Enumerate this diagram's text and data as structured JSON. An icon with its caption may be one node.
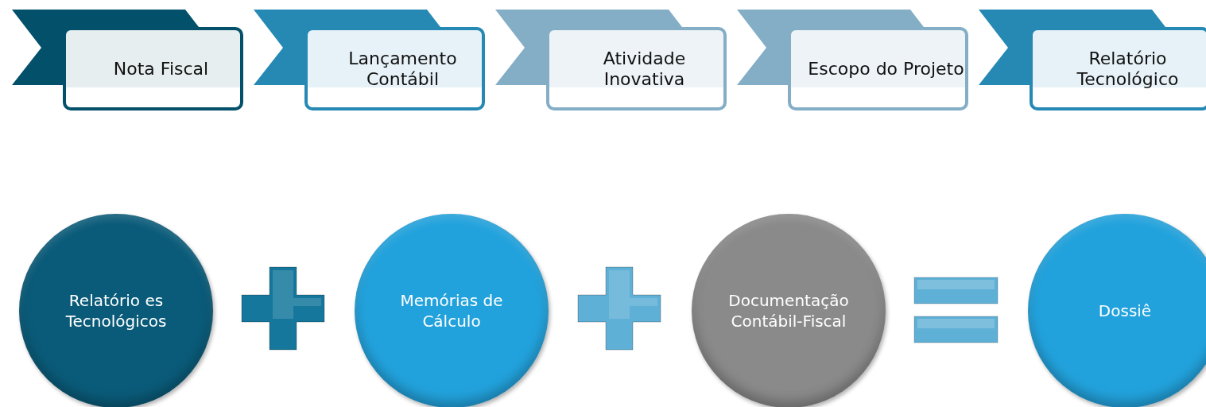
{
  "diagram": {
    "nodes": [
      {
        "text": [
          "Nota Fiscal"
        ]
      },
      {
        "text": [
          "Lançamento Contábil"
        ]
      },
      {
        "text": [
          "Atividade Inovativa"
        ]
      },
      {
        "text": [
          "Escopo do Projeto"
        ]
      },
      {
        "text": [
          "Relatório Tecnológico"
        ]
      },
      {
        "text": [
          "Relatório es Tecnológicos"
        ]
      },
      {
        "text": [
          "Memórias de Cálculo"
        ]
      },
      {
        "text": [
          "Documentação Contábil-Fiscal"
        ]
      },
      {
        "text": [
          "Dossiê"
        ]
      }
    ]
  }
}
